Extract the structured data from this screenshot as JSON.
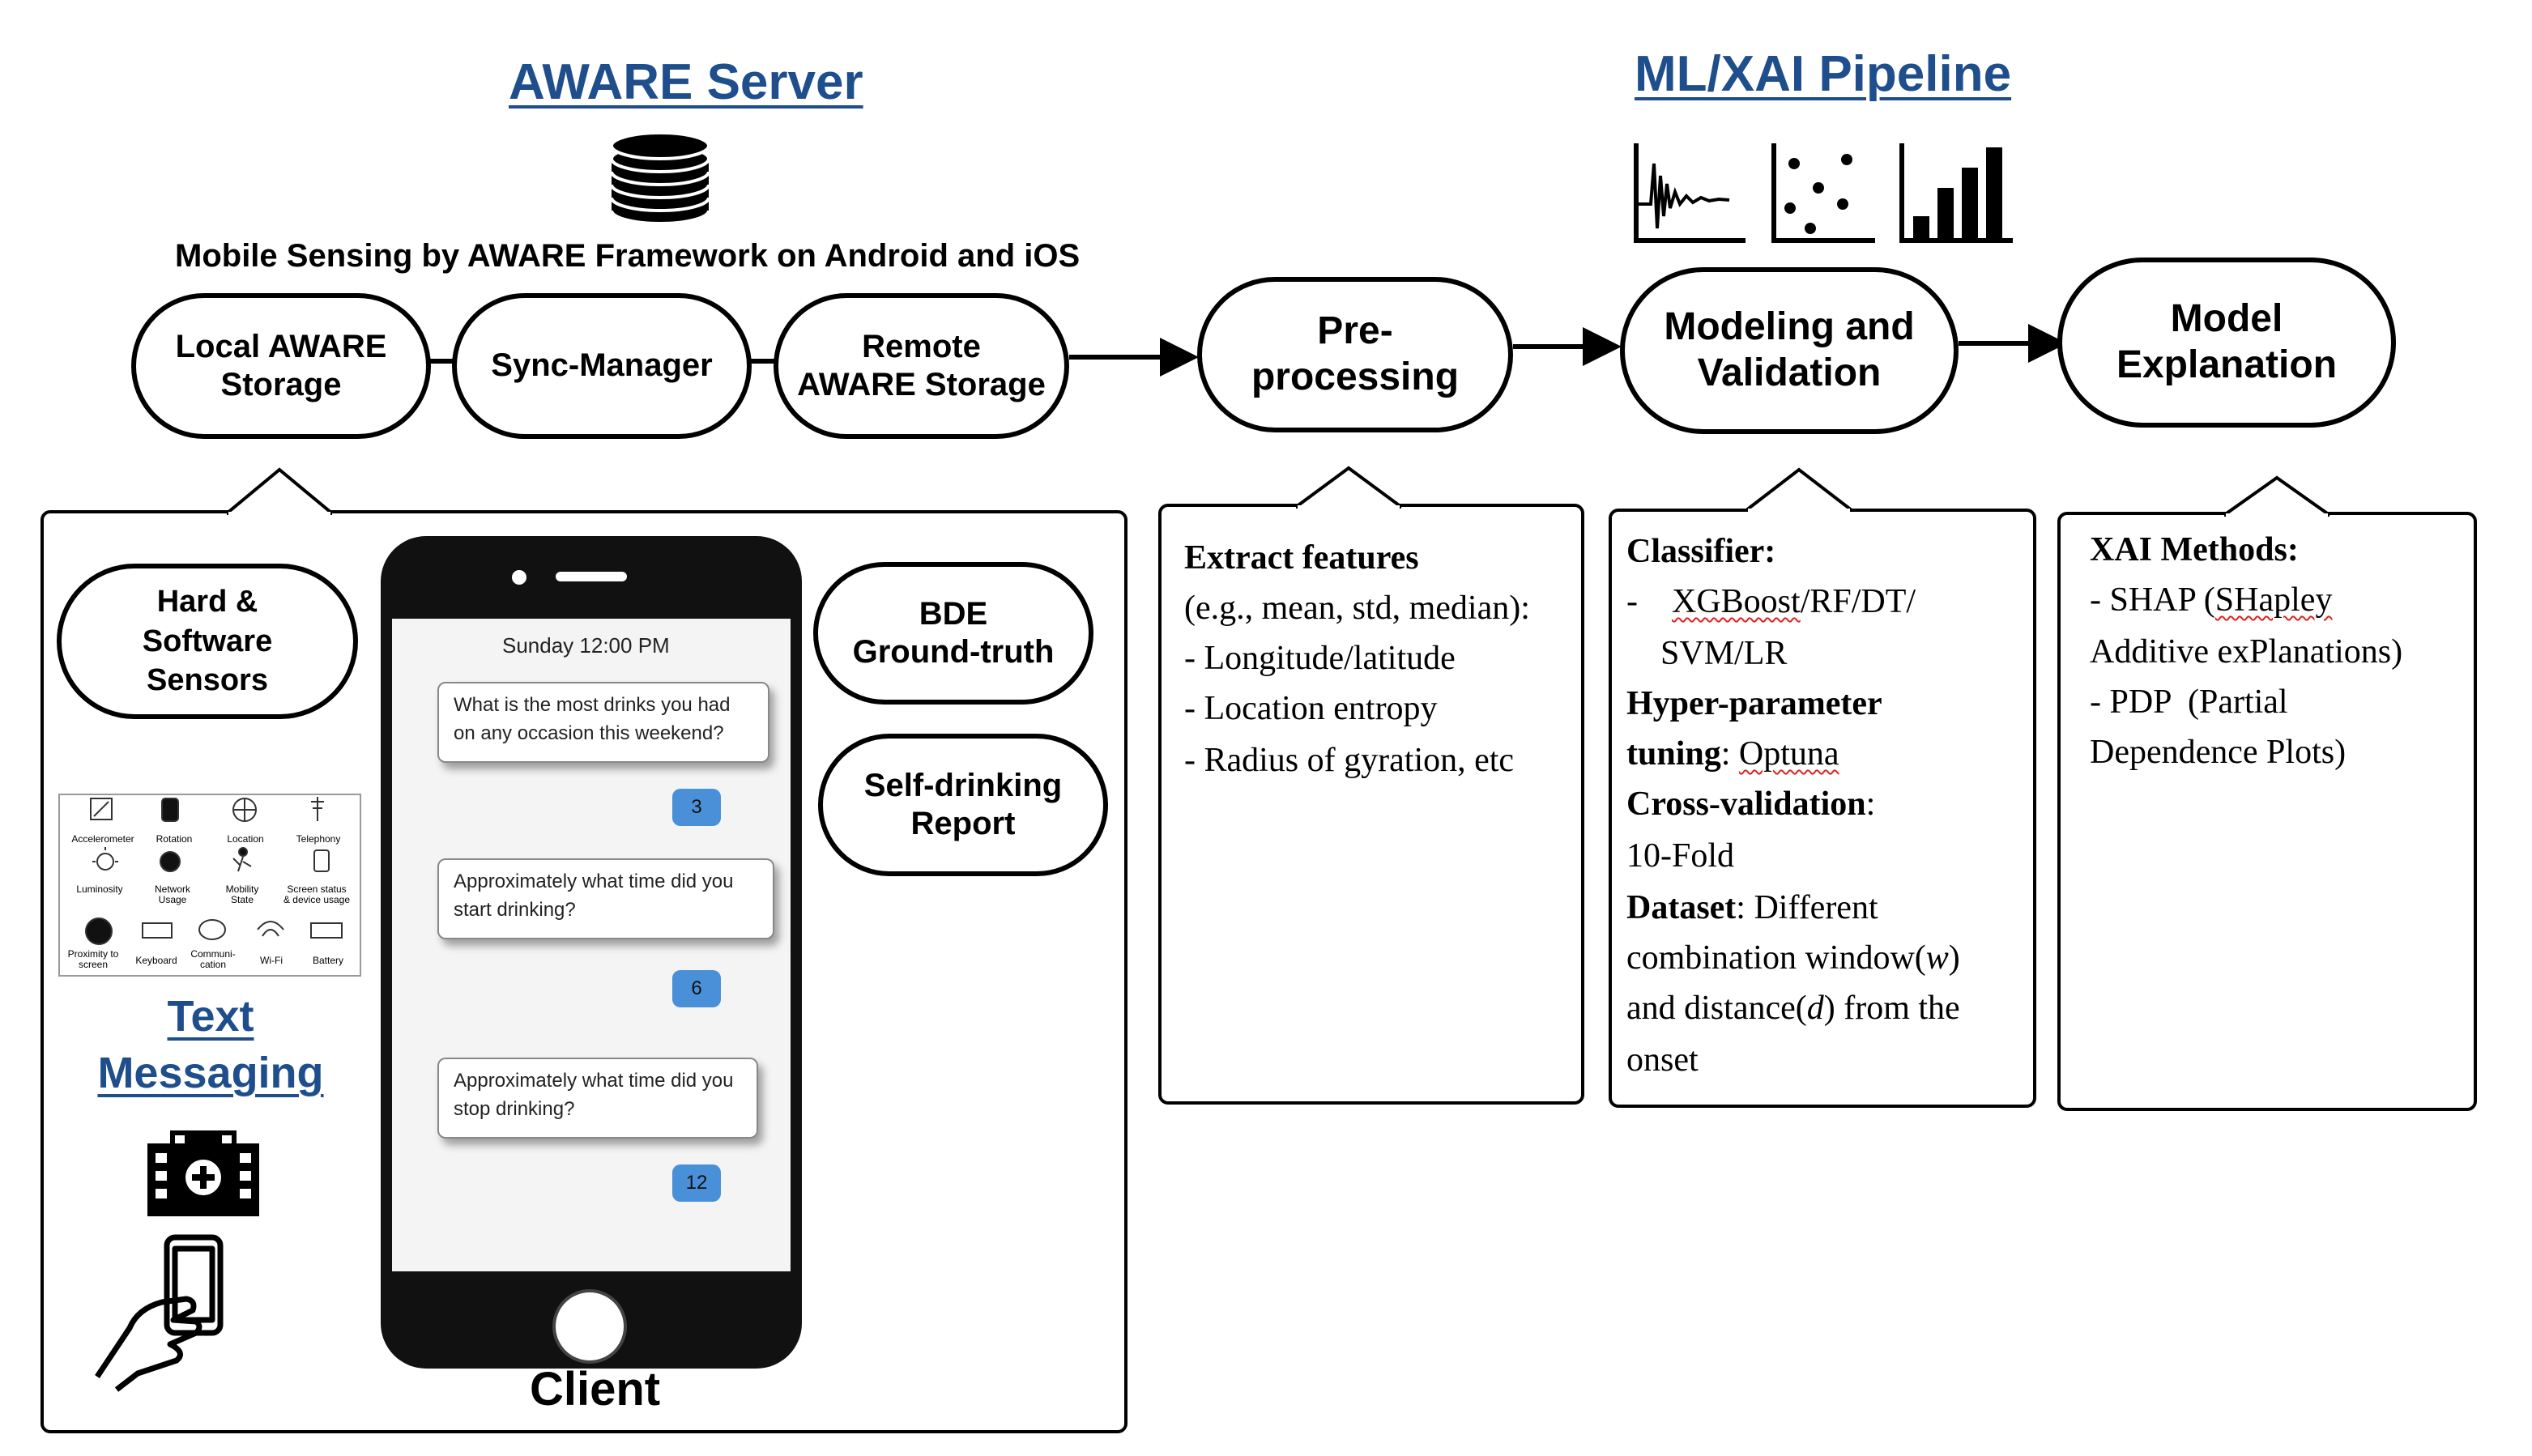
{
  "aware_server": {
    "title": "AWARE Server",
    "subtitle": "Mobile Sensing by AWARE Framework on Android and iOS",
    "nodes": [
      "Local AWARE\nStorage",
      "Sync-Manager",
      "Remote\nAWARE Storage"
    ]
  },
  "ml_pipeline": {
    "title": "ML/XAI Pipeline",
    "nodes": [
      "Pre-\nprocessing",
      "Modeling and\nValidation",
      "Model\nExplanation"
    ]
  },
  "client": {
    "label": "Client",
    "sensors_node": "Hard &\nSoftware\nSensors",
    "bde_node": "BDE\nGround-truth",
    "self_report_node": "Self-drinking\nReport",
    "text_messaging": "Text\nMessaging",
    "sensor_grid": [
      "Accelerometer",
      "Rotation",
      "Location",
      "Telephony",
      "Luminosity",
      "Network\nUsage",
      "Mobility\nState",
      "Screen status\n& device usage",
      "Proximity to\nscreen",
      "Keyboard",
      "Communi-\ncation",
      "Wi-Fi",
      "Battery"
    ],
    "phone": {
      "time": "Sunday 12:00 PM",
      "messages": [
        {
          "question": "What is the most drinks you had on any occasion this weekend?",
          "answer": "3"
        },
        {
          "question": "Approximately what time did you start drinking?",
          "answer": "6"
        },
        {
          "question": "Approximately what time did you stop drinking?",
          "answer": "12"
        }
      ]
    }
  },
  "preprocessing_box": {
    "heading": "Extract features",
    "lines": [
      "(e.g., mean, std, median):",
      "- Longitude/latitude",
      "- Location entropy",
      "- Radius of gyration, etc"
    ]
  },
  "modeling_box": {
    "classifier_label": "Classifier:",
    "classifier_dash": "-",
    "classifier_names": "XGBoost",
    "classifier_rest": "/RF/DT/",
    "classifier_line2": "SVM/LR",
    "hyper_label": "Hyper-parameter",
    "tuning_label": "tuning",
    "tuning_sep": ": ",
    "tuning_value": "Optuna",
    "cv_label": "Cross-validation",
    "cv_sep": ":",
    "cv_value": "10-Fold",
    "dataset_label": "Dataset",
    "dataset_value": ": Different",
    "dataset_line2": "combination window(",
    "w": "w",
    "dataset_line2_end": ")",
    "dataset_line3": "and distance(",
    "d": "d",
    "dataset_line3_end": ") from the",
    "dataset_line4": "onset"
  },
  "explanation_box": {
    "heading": "XAI Methods:",
    "line1_prefix": "- SHAP (",
    "line1_word": "SHapley",
    "line2": "Additive exPlanations)",
    "line3": "- PDP  (Partial",
    "line4": "Dependence Plots)"
  },
  "colors": {
    "title_blue": "#1F4E8C",
    "chip_blue": "#4A90D9"
  }
}
